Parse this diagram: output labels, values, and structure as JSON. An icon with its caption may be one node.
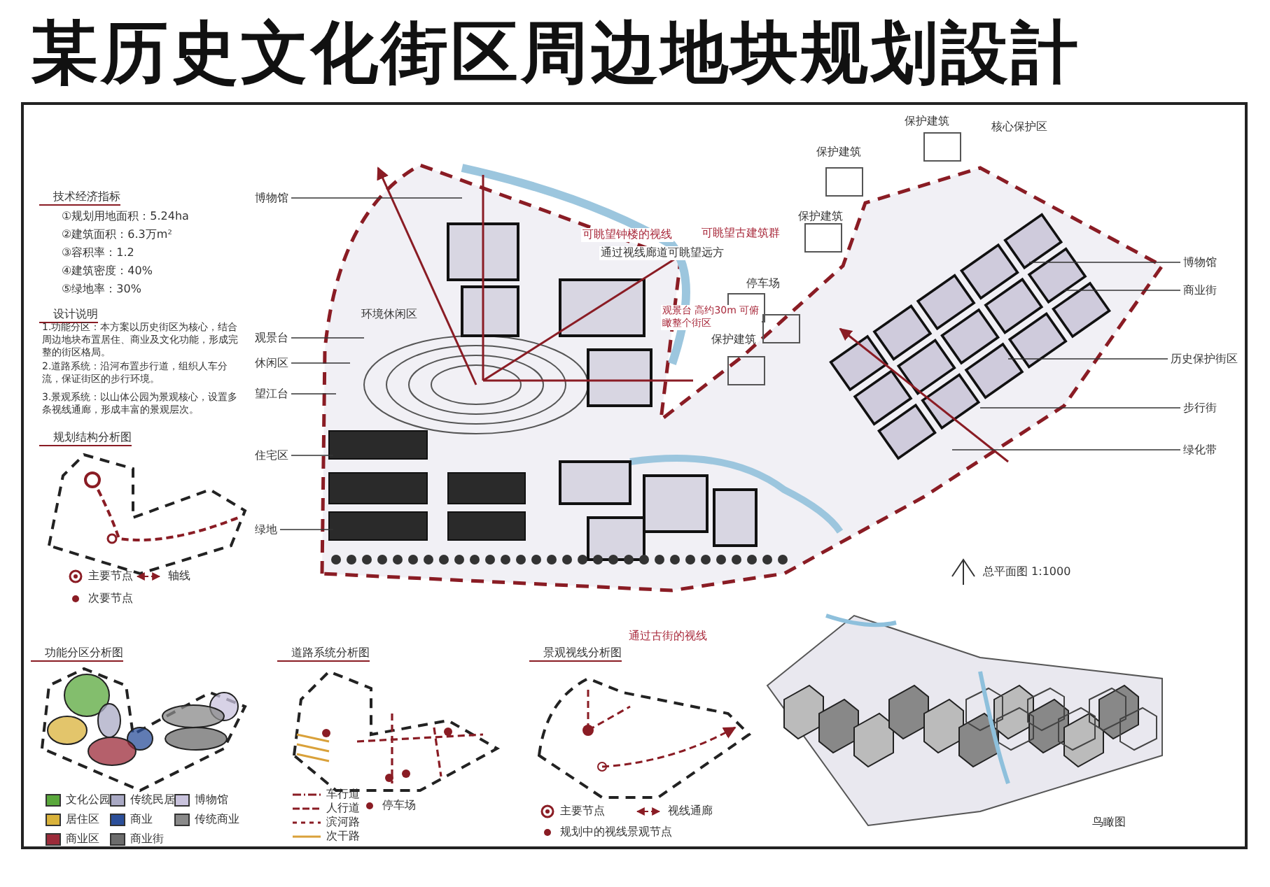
{
  "diagram": {
    "title": "某历史文化街区周边地块规划設計",
    "nodes": [
      {
        "text": [
          "博物馆"
        ]
      },
      {
        "text": [
          "观景台"
        ]
      },
      {
        "text": [
          "休闲区"
        ]
      },
      {
        "text": [
          "望江台"
        ]
      },
      {
        "text": [
          "住宅区"
        ]
      },
      {
        "text": [
          "绿地"
        ]
      },
      {
        "text": [
          "博物馆"
        ]
      },
      {
        "text": [
          "商业街"
        ]
      },
      {
        "text": [
          "历史保护街区"
        ]
      },
      {
        "text": [
          "步行街"
        ]
      },
      {
        "text": [
          "绿化带"
        ]
      }
    ],
    "edges": [
      {
        "from": 0,
        "to": null,
        "arrow": "none"
      },
      {
        "from": 1,
        "to": null,
        "arrow": "none"
      },
      {
        "from": 2,
        "to": null,
        "arrow": "none"
      },
      {
        "from": 3,
        "to": null,
        "arrow": "none"
      },
      {
        "from": 4,
        "to": null,
        "arrow": "none"
      },
      {
        "from": 5,
        "to": null,
        "arrow": "none"
      },
      {
        "from": 6,
        "to": null,
        "arrow": "none"
      },
      {
        "from": 7,
        "to": null,
        "arrow": "none"
      },
      {
        "from": 8,
        "to": null,
        "arrow": "none"
      },
      {
        "from": 9,
        "to": null,
        "arrow": "none"
      },
      {
        "from": 10,
        "to": null,
        "arrow": "none"
      }
    ],
    "labels": [
      "技术经济指标",
      "①规划用地面积：5.24ha",
      "②建筑面积：6.3万m²",
      "③容积率：1.2",
      "④建筑密度：40%",
      "⑤绿地率：30%",
      "设计说明",
      "1.功能分区：本方案以历史街区为核心，结合周边地块布置居住、商业及文化功能，形成完整的街区格局。",
      "2.道路系统：沿河布置步行道，组织人车分流，保证街区的步行环境。",
      "3.景观系统：以山体公园为景观核心，设置多条视线通廊，形成丰富的景观层次。",
      "规划结构分析图",
      "环境休闲区",
      "可眺望钟楼的视线",
      "通过视线廊道可眺望远方",
      "可眺望古建筑群",
      "观景台 高约30m 可俯瞰整个街区",
      "保护建筑",
      "保护建筑",
      "核心保护区",
      "保护建筑",
      "停车场",
      "保护建筑",
      "通过古街的视线",
      "总平面图 1:1000",
      "鸟瞰图",
      "功能分区分析图",
      "道路系统分析图",
      "景观视线分析图"
    ],
    "legend": [
      {
        "text": "主要节点"
      },
      {
        "text": "轴线"
      },
      {
        "text": "次要节点"
      },
      {
        "text": "文化公园",
        "color": "#5aa83c"
      },
      {
        "text": "传统民居",
        "color": "#a9a9c4"
      },
      {
        "text": "博物馆",
        "color": "#c9c3dd"
      },
      {
        "text": "居住区",
        "color": "#d9b23a"
      },
      {
        "text": "商业",
        "color": "#2b4f9a"
      },
      {
        "text": "传统商业",
        "color": "#8a8a8a"
      },
      {
        "text": "商业区",
        "color": "#9c2b3a"
      },
      {
        "text": "商业街",
        "color": "#6c6c6c"
      },
      {
        "text": "车行道"
      },
      {
        "text": "人行道"
      },
      {
        "text": "滨河路"
      },
      {
        "text": "次干路"
      },
      {
        "text": "停车场"
      },
      {
        "text": "主要节点"
      },
      {
        "text": "视线通廊"
      },
      {
        "text": "规划中的视线景观节点"
      }
    ]
  }
}
